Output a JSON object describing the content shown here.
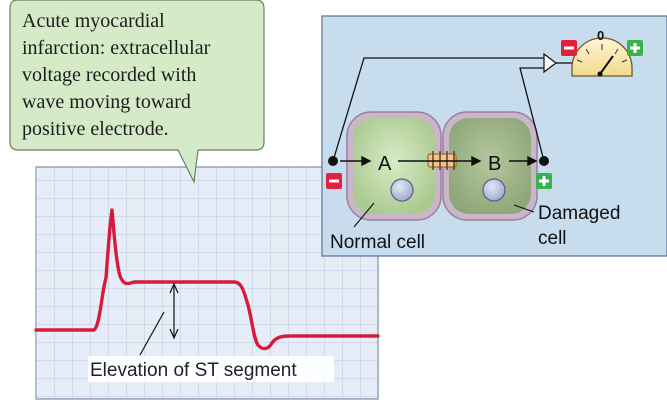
{
  "callout": {
    "lines": [
      "Acute myocardial",
      "infarction: extracellular",
      "voltage recorded with",
      "wave moving toward",
      "positive electrode."
    ]
  },
  "meter": {
    "zero_label": "0"
  },
  "cells": {
    "cell_a_label": "A",
    "cell_b_label": "B",
    "normal_label": "Normal cell",
    "damaged_label_line1": "Damaged",
    "damaged_label_line2": "cell"
  },
  "ecg": {
    "annotation": "Elevation of ST segment"
  },
  "colors": {
    "callout_fill": "#d5eac7",
    "panel_fill": "#c7dcec",
    "trace": "#d81b3c",
    "grid": "#8ea7c7",
    "normal_cell": "#bfd9a6",
    "damaged_cell": "#9fb48a",
    "negative": "#e0223f",
    "positive": "#3ab24a"
  },
  "icons": [
    "meter-icon",
    "minus-icon",
    "plus-icon",
    "gap-junction-icon",
    "nucleus-icon"
  ]
}
